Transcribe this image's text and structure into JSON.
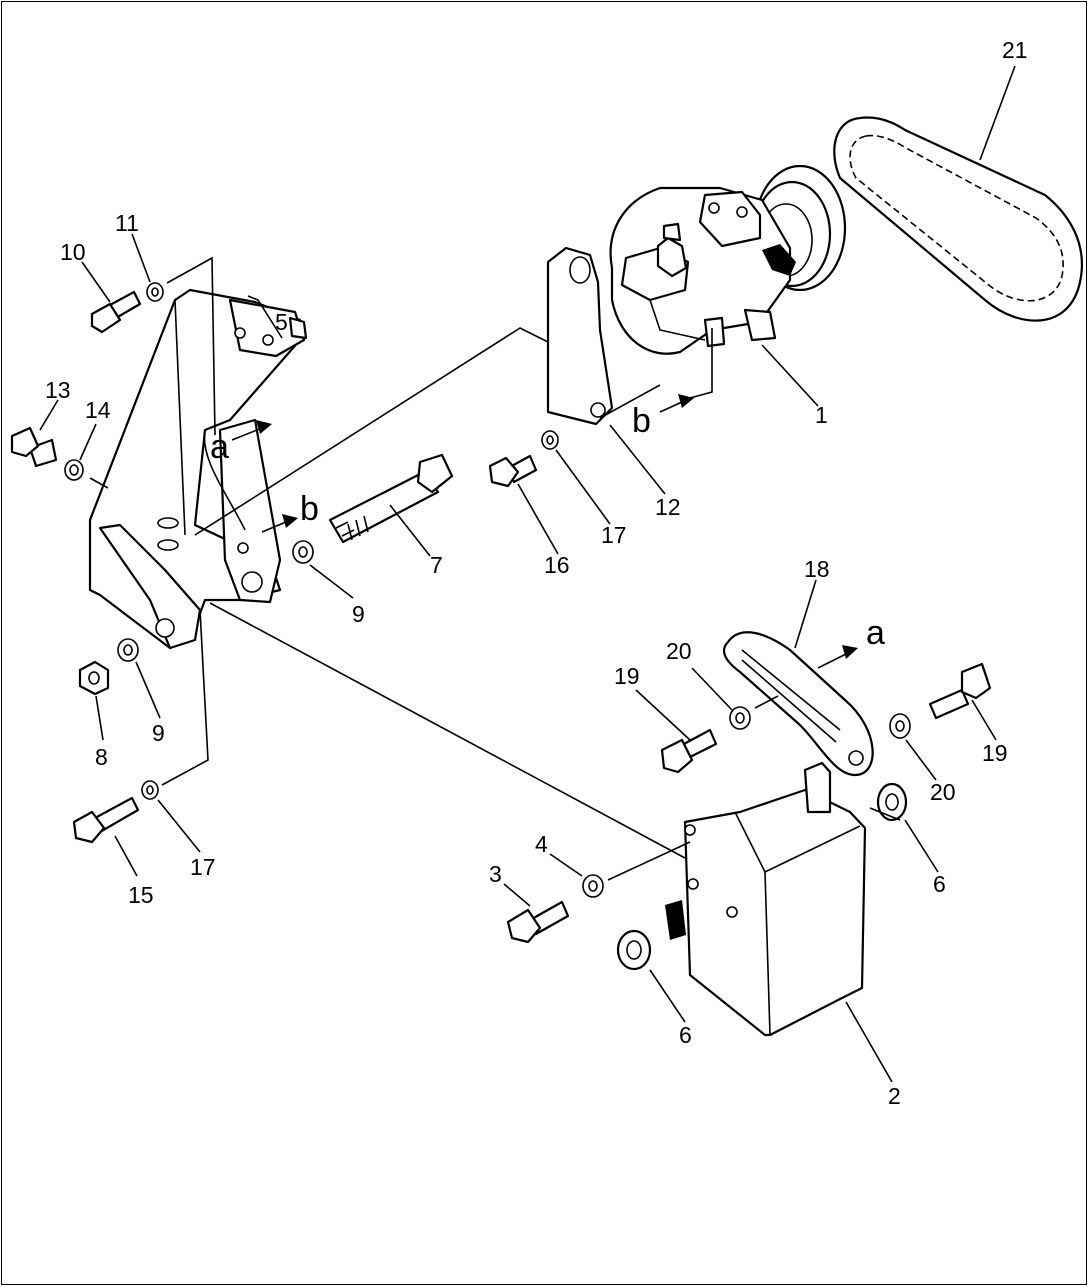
{
  "diagram": {
    "callouts": [
      "1",
      "2",
      "3",
      "4",
      "5",
      "6",
      "6",
      "7",
      "8",
      "9",
      "9",
      "10",
      "11",
      "12",
      "13",
      "14",
      "15",
      "16",
      "17",
      "17",
      "18",
      "19",
      "19",
      "20",
      "20",
      "21"
    ],
    "view_markers": [
      "a",
      "a",
      "b",
      "b"
    ]
  },
  "labels": {
    "n1": "1",
    "n2": "2",
    "n3": "3",
    "n4": "4",
    "n5": "5",
    "n6a": "6",
    "n6b": "6",
    "n7": "7",
    "n8": "8",
    "n9a": "9",
    "n9b": "9",
    "n10": "10",
    "n11": "11",
    "n12": "12",
    "n13": "13",
    "n14": "14",
    "n15": "15",
    "n16": "16",
    "n17a": "17",
    "n17b": "17",
    "n18": "18",
    "n19a": "19",
    "n19b": "19",
    "n20a": "20",
    "n20b": "20",
    "n21": "21",
    "ma1": "a",
    "ma2": "a",
    "mb1": "b",
    "mb2": "b"
  }
}
